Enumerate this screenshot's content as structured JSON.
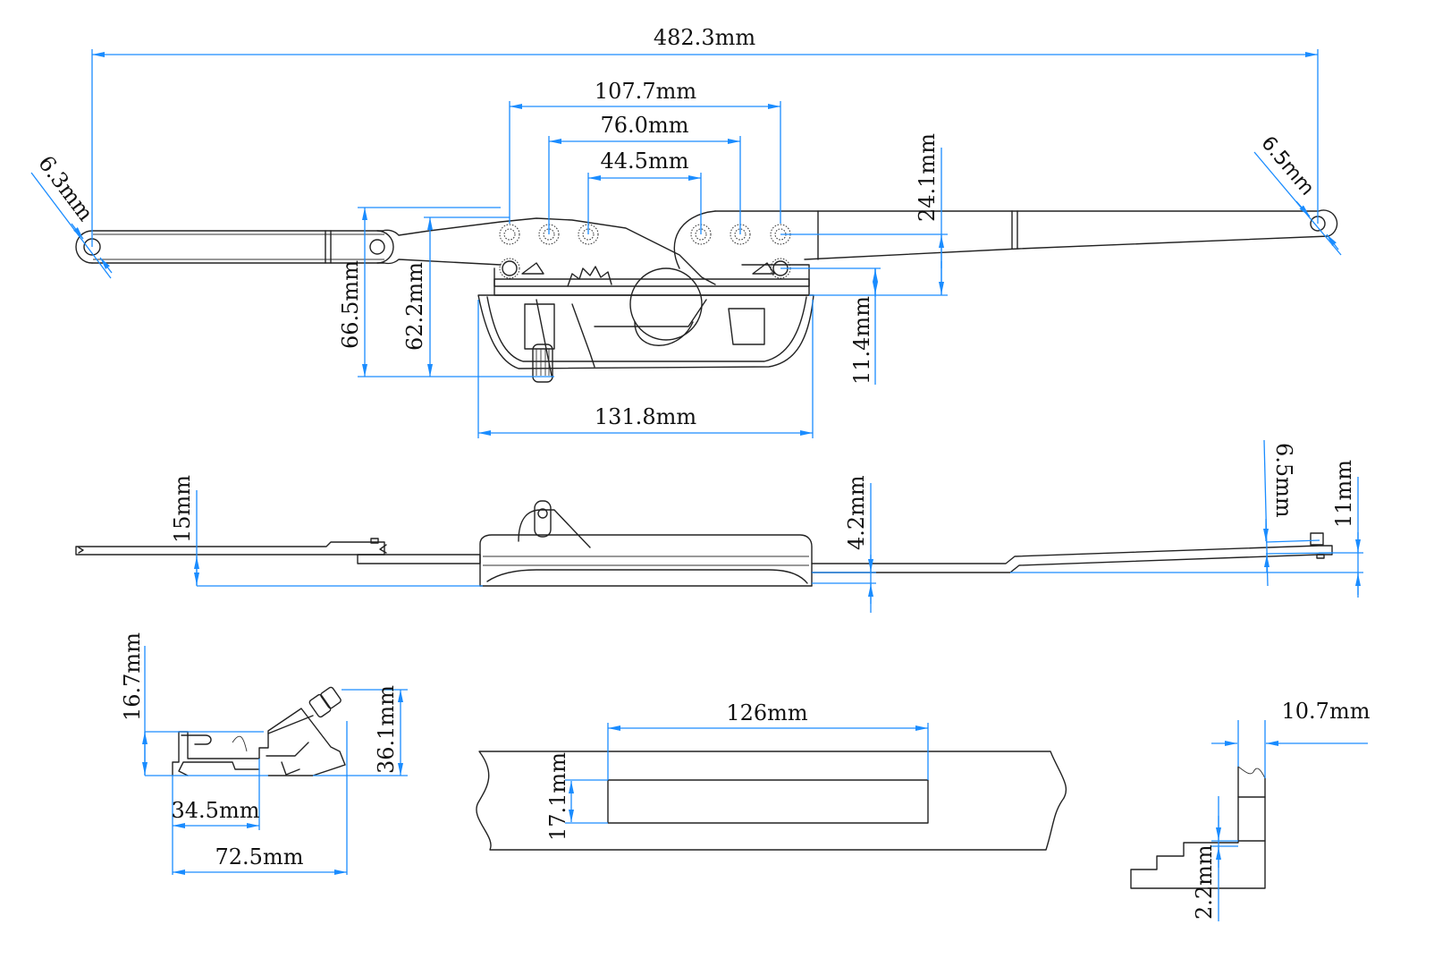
{
  "drawing": {
    "title": "Casement window operator dimension drawing",
    "colors": {
      "dimension_line": "#1a8cff",
      "object_line": "#222222",
      "text": "#111111",
      "background": "#ffffff"
    },
    "views": {
      "top_view": {
        "overall_length": "482.3mm",
        "left_hole_diameter": "6.3mm",
        "right_hole_diameter": "6.5mm",
        "mounting_hole_spacing_outer": "107.7mm",
        "mounting_hole_spacing_middle": "76.0mm",
        "mounting_hole_spacing_inner": "44.5mm",
        "arm_offset_height": "24.1mm",
        "overall_height": "66.5mm",
        "body_height": "62.2mm",
        "base_hole_offset": "11.4mm",
        "base_width": "131.8mm"
      },
      "side_view": {
        "left_arm_height": "15mm",
        "base_thickness": "4.2mm",
        "right_stud_height": "6.5mm",
        "right_arm_rise": "11mm"
      },
      "end_view": {
        "lower_height": "16.7mm",
        "total_height": "36.1mm",
        "base_depth": "34.5mm",
        "total_depth": "72.5mm"
      },
      "cutout_view": {
        "cutout_length": "126mm",
        "cutout_width": "17.1mm"
      },
      "profile_view": {
        "sash_width": "10.7mm",
        "step_height": "2.2mm"
      }
    }
  }
}
